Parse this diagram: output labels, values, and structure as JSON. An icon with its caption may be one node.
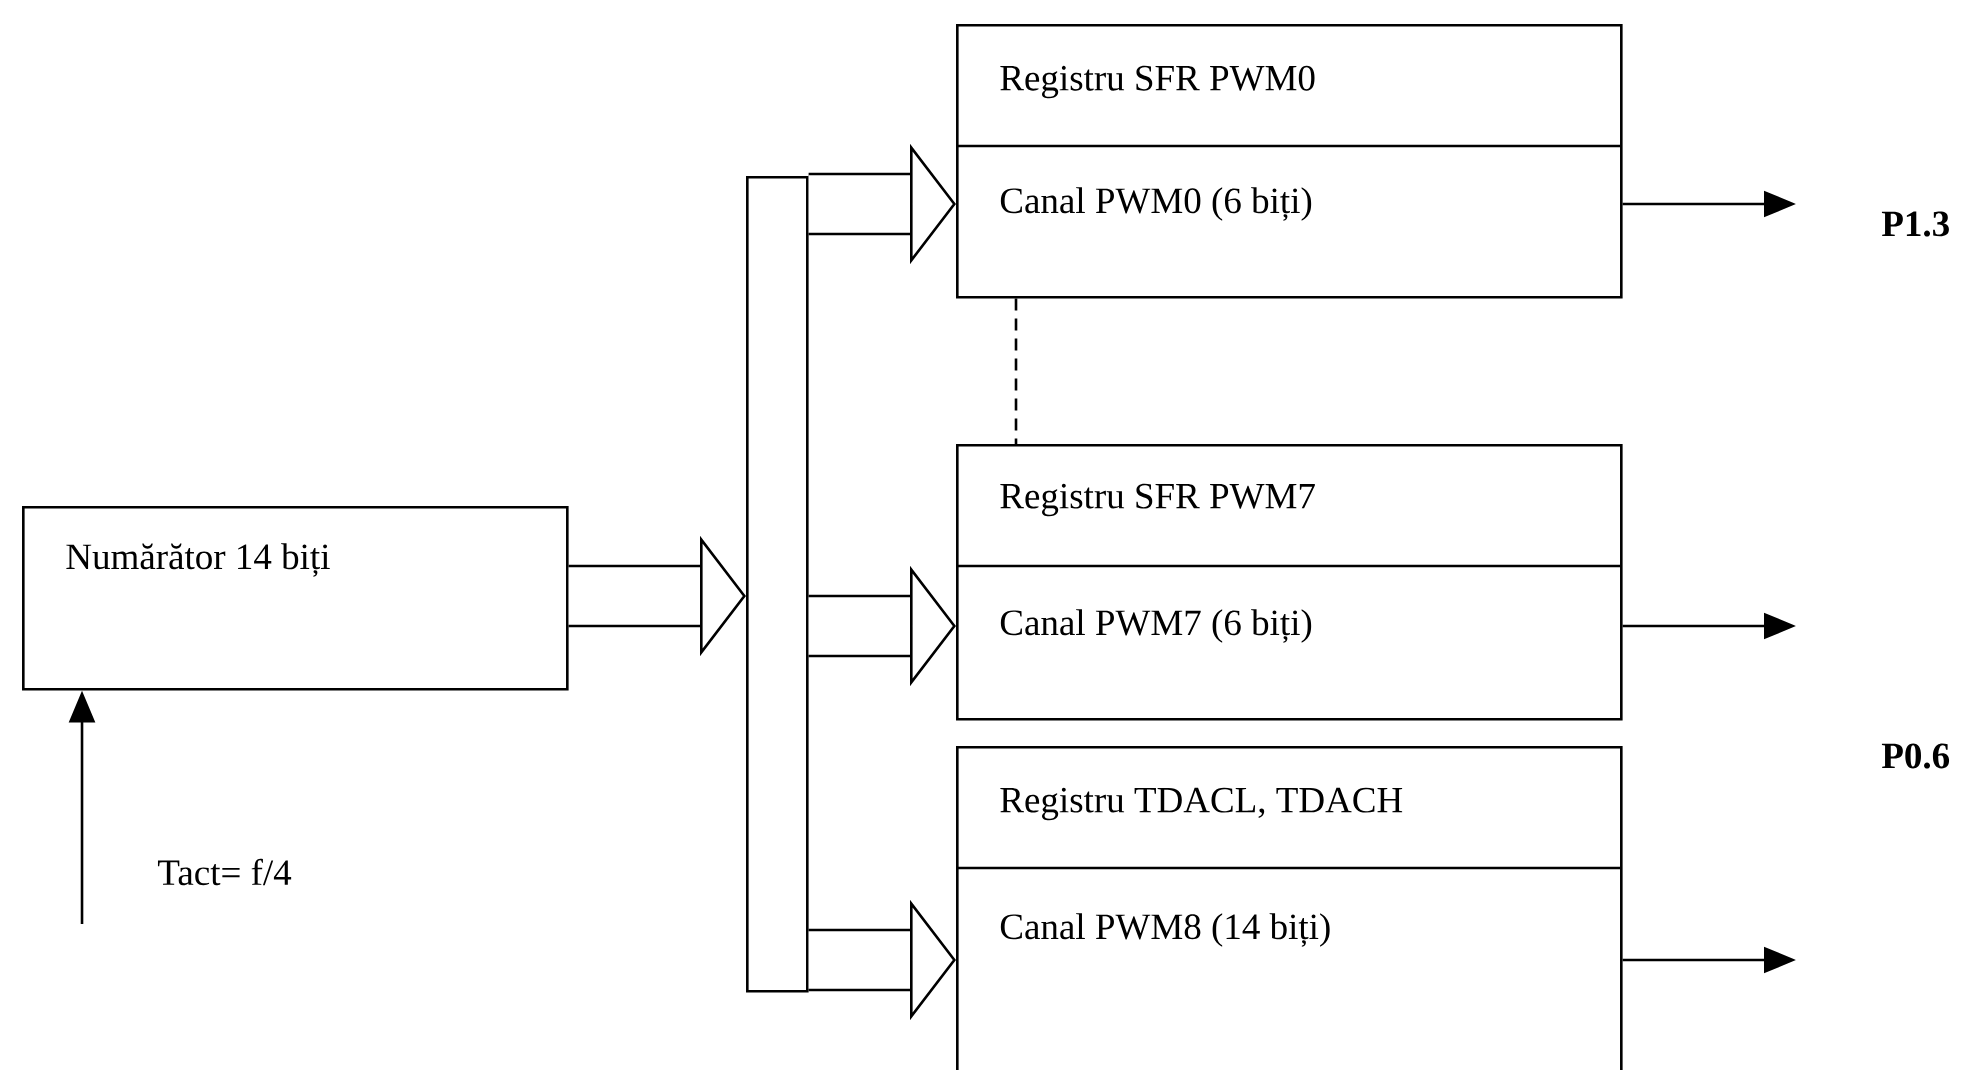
{
  "diagram": {
    "nodes": [
      {
        "text": [
          "Numărător 14 biți"
        ]
      },
      {
        "text": [],
        "shape": "bar"
      },
      {
        "text": [
          "Registru SFR PWM0",
          "Canal PWM0 (6 biți)"
        ]
      },
      {
        "text": [
          "Registru SFR PWM7",
          "Canal PWM7 (6 biți)"
        ]
      },
      {
        "text": [
          "Registru TDACL, TDACH",
          "Canal PWM8 (14 biți)"
        ]
      }
    ],
    "edges": [
      {
        "from": 0,
        "to": 1,
        "arrow": "to",
        "style": "thick"
      },
      {
        "from": 1,
        "to": 2,
        "arrow": "to",
        "style": "thick"
      },
      {
        "from": 1,
        "to": 3,
        "arrow": "to",
        "style": "thick"
      },
      {
        "from": 1,
        "to": 4,
        "arrow": "to",
        "style": "thick"
      },
      {
        "from": 2,
        "to": null,
        "arrow": "to"
      },
      {
        "from": 3,
        "to": null,
        "arrow": "to"
      },
      {
        "from": 4,
        "to": null,
        "arrow": "to"
      },
      {
        "from": 2,
        "to": 3,
        "arrow": "none",
        "style": "dashed"
      },
      {
        "from": null,
        "to": 0,
        "arrow": "to",
        "label": "Tact= f/4"
      }
    ],
    "labels": [
      "P1.3",
      "P0.6"
    ]
  }
}
